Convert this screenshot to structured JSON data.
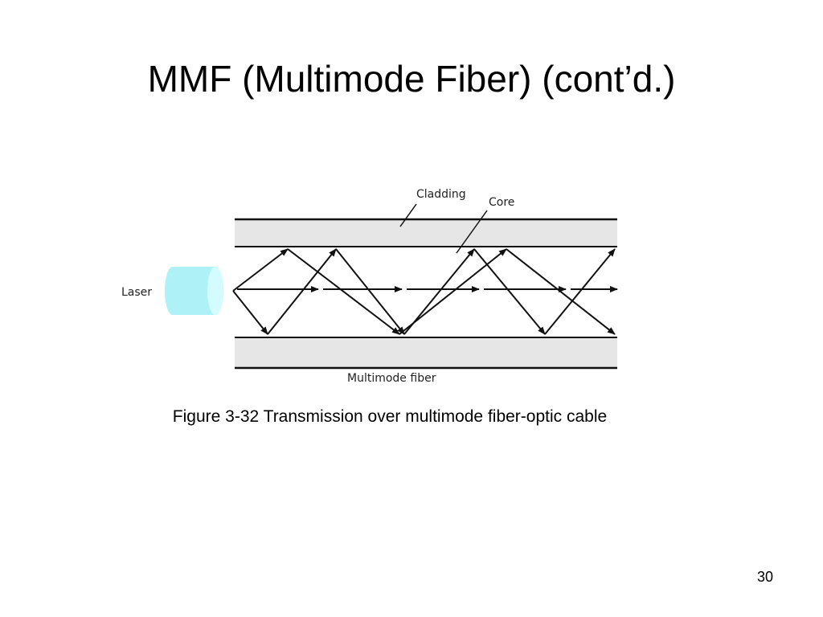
{
  "slide": {
    "title": "MMF (Multimode Fiber) (cont’d.)",
    "caption": "Figure 3-32 Transmission over multimode fiber-optic cable",
    "page_number": "30"
  },
  "diagram": {
    "labels": {
      "cladding": "Cladding",
      "core": "Core",
      "laser": "Laser",
      "fiber": "Multimode fiber"
    },
    "colors": {
      "cladding_fill": "#e6e6e6",
      "laser_fill": "#aef2f8",
      "laser_face": "#d4fbff",
      "line": "#111111"
    }
  }
}
